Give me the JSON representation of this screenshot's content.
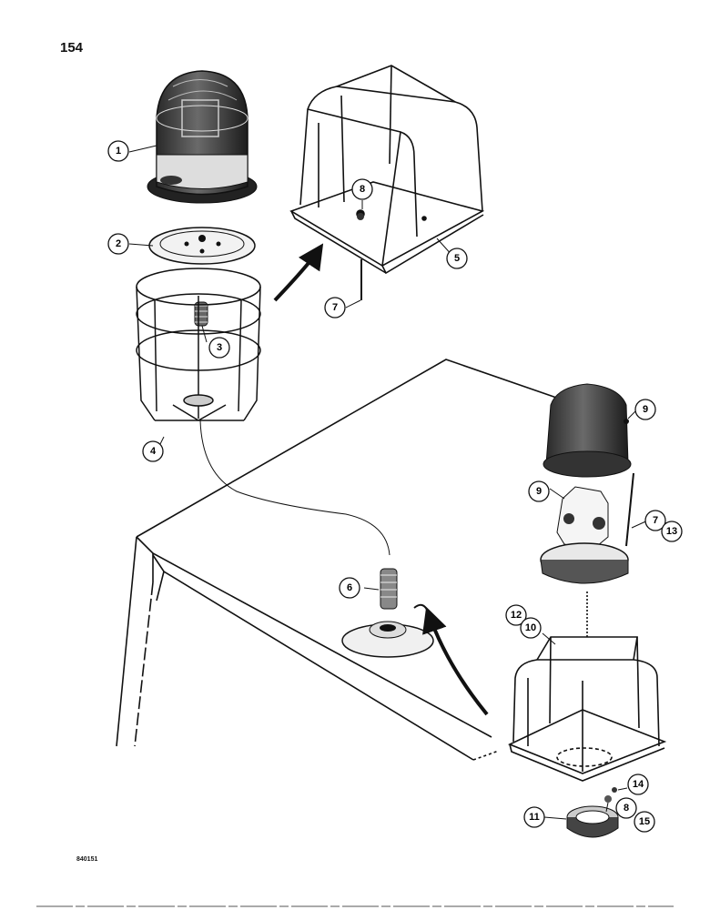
{
  "page": {
    "number": "154",
    "code": "840151"
  },
  "callouts": [
    {
      "id": "c1",
      "label": "1"
    },
    {
      "id": "c2",
      "label": "2"
    },
    {
      "id": "c3",
      "label": "3"
    },
    {
      "id": "c4",
      "label": "4"
    },
    {
      "id": "c5",
      "label": "5"
    },
    {
      "id": "c6",
      "label": "6"
    },
    {
      "id": "c7a",
      "label": "7"
    },
    {
      "id": "c8a",
      "label": "8"
    },
    {
      "id": "c9a",
      "label": "9"
    },
    {
      "id": "c9b",
      "label": "9"
    },
    {
      "id": "c7b",
      "label": "7"
    },
    {
      "id": "c13",
      "label": "13"
    },
    {
      "id": "c12",
      "label": "12"
    },
    {
      "id": "c10",
      "label": "10"
    },
    {
      "id": "c14",
      "label": "14"
    },
    {
      "id": "c8b",
      "label": "8"
    },
    {
      "id": "c15",
      "label": "15"
    },
    {
      "id": "c11",
      "label": "11"
    }
  ]
}
